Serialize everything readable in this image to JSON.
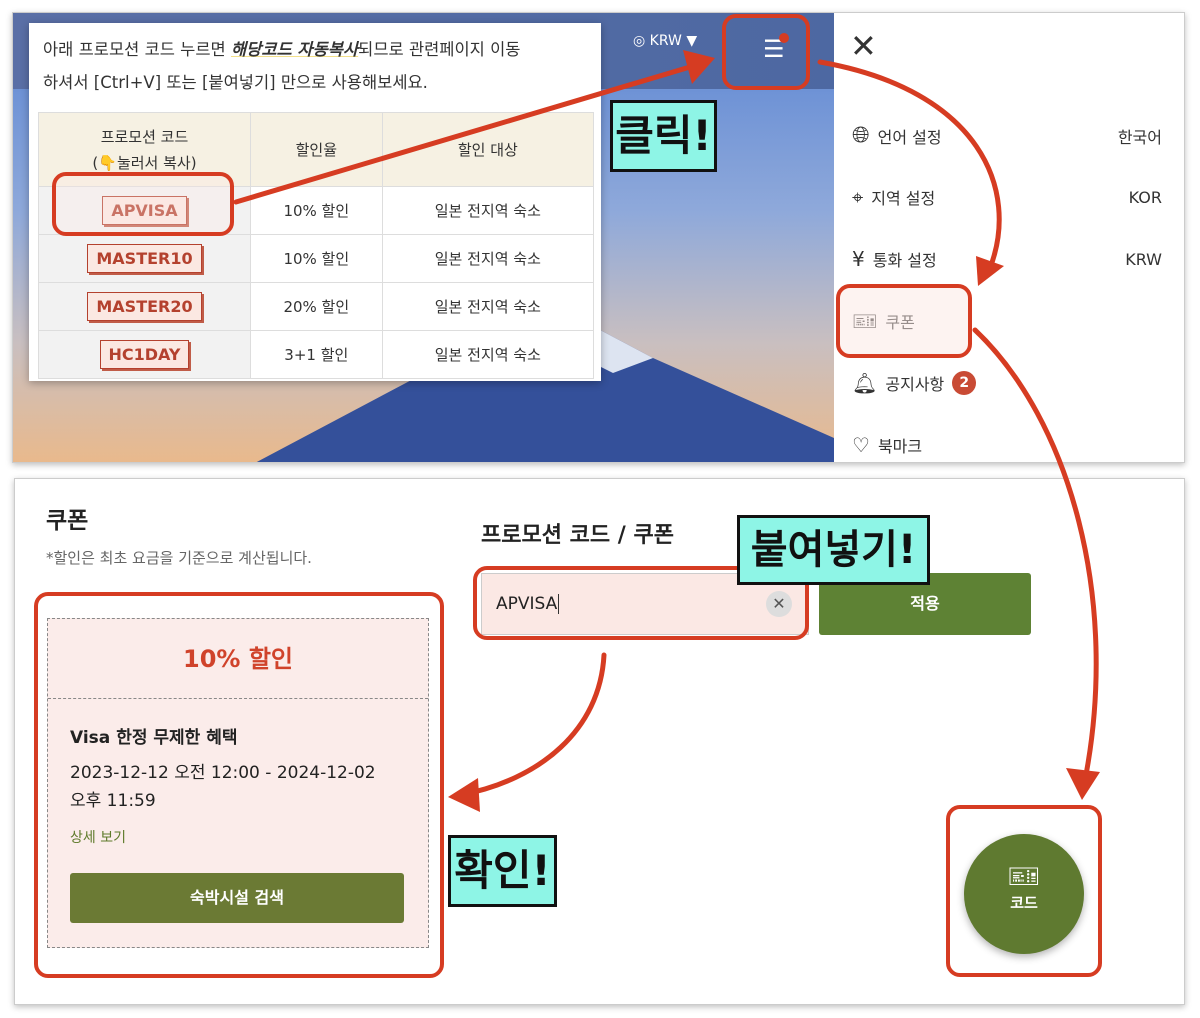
{
  "promo_popup": {
    "intro_before": "아래 프로모션 코드 누르면 ",
    "intro_emphasis": "해당코드 자동복사",
    "intro_after": "되므로 관련페이지 이동",
    "intro_line2": "하셔서 [Ctrl+V] 또는 [붙여넣기] 만으로 사용해보세요.",
    "headers": [
      "프로모션 코드",
      "(👇눌러서 복사)",
      "할인율",
      "할인 대상"
    ],
    "rows": [
      {
        "code": "APVISA",
        "rate": "10% 할인",
        "target": "일본 전지역 숙소"
      },
      {
        "code": "MASTER10",
        "rate": "10% 할인",
        "target": "일본 전지역 숙소"
      },
      {
        "code": "MASTER20",
        "rate": "20% 할인",
        "target": "일본 전지역 숙소"
      },
      {
        "code": "HC1DAY",
        "rate": "3+1 할인",
        "target": "일본 전지역 숙소"
      }
    ]
  },
  "header": {
    "currency": "KRW"
  },
  "menu": {
    "items": [
      {
        "label": "언어 설정",
        "value": "한국어",
        "icon": "globe-icon"
      },
      {
        "label": "지역 설정",
        "value": "KOR",
        "icon": "map-pin-icon"
      },
      {
        "label": "통화 설정",
        "value": "KRW",
        "icon": "currency-icon"
      },
      {
        "label": "쿠폰",
        "icon": "ticket-icon"
      },
      {
        "label": "공지사항",
        "badge": "2",
        "icon": "bell-icon"
      },
      {
        "label": "북마크",
        "icon": "heart-icon"
      }
    ]
  },
  "coupon_page": {
    "title": "쿠폰",
    "note": "*할인은 최초 요금을 기준으로 계산됩니다.",
    "promo_title": "프로모션 코드 / 쿠폰",
    "input_value": "APVISA",
    "apply_label": "적용",
    "card": {
      "discount": "10% 할인",
      "name": "Visa 한정 무제한 혜택",
      "period_line1": "2023-12-12 오전 12:00 - 2024-12-02",
      "period_line2": "오후 11:59",
      "details_link": "상세 보기",
      "search_button": "숙박시설 검색"
    },
    "fab_label": "코드"
  },
  "callouts": {
    "click": "클릭!",
    "paste": "붙여넣기!",
    "confirm": "확인!"
  },
  "colors": {
    "annotation_red": "#d63c22",
    "callout_bg": "#8ef5e6",
    "olive": "#6b7a34",
    "apply_green": "#5e8234",
    "discount_red": "#d0432b"
  }
}
